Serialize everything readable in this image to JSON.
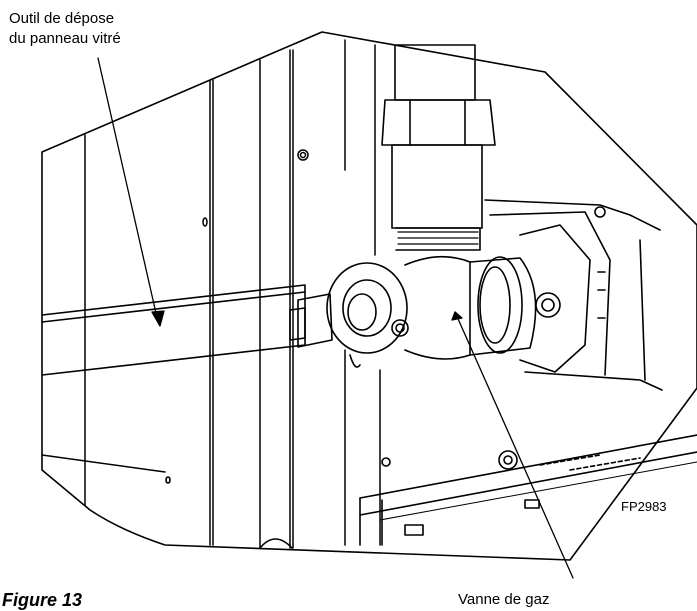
{
  "labels": {
    "tool": [
      "Outil de dépose",
      "du panneau vitré"
    ],
    "valve": "Vanne de gaz"
  },
  "figure_code": "FP2983",
  "figure_caption": "Figure 13"
}
